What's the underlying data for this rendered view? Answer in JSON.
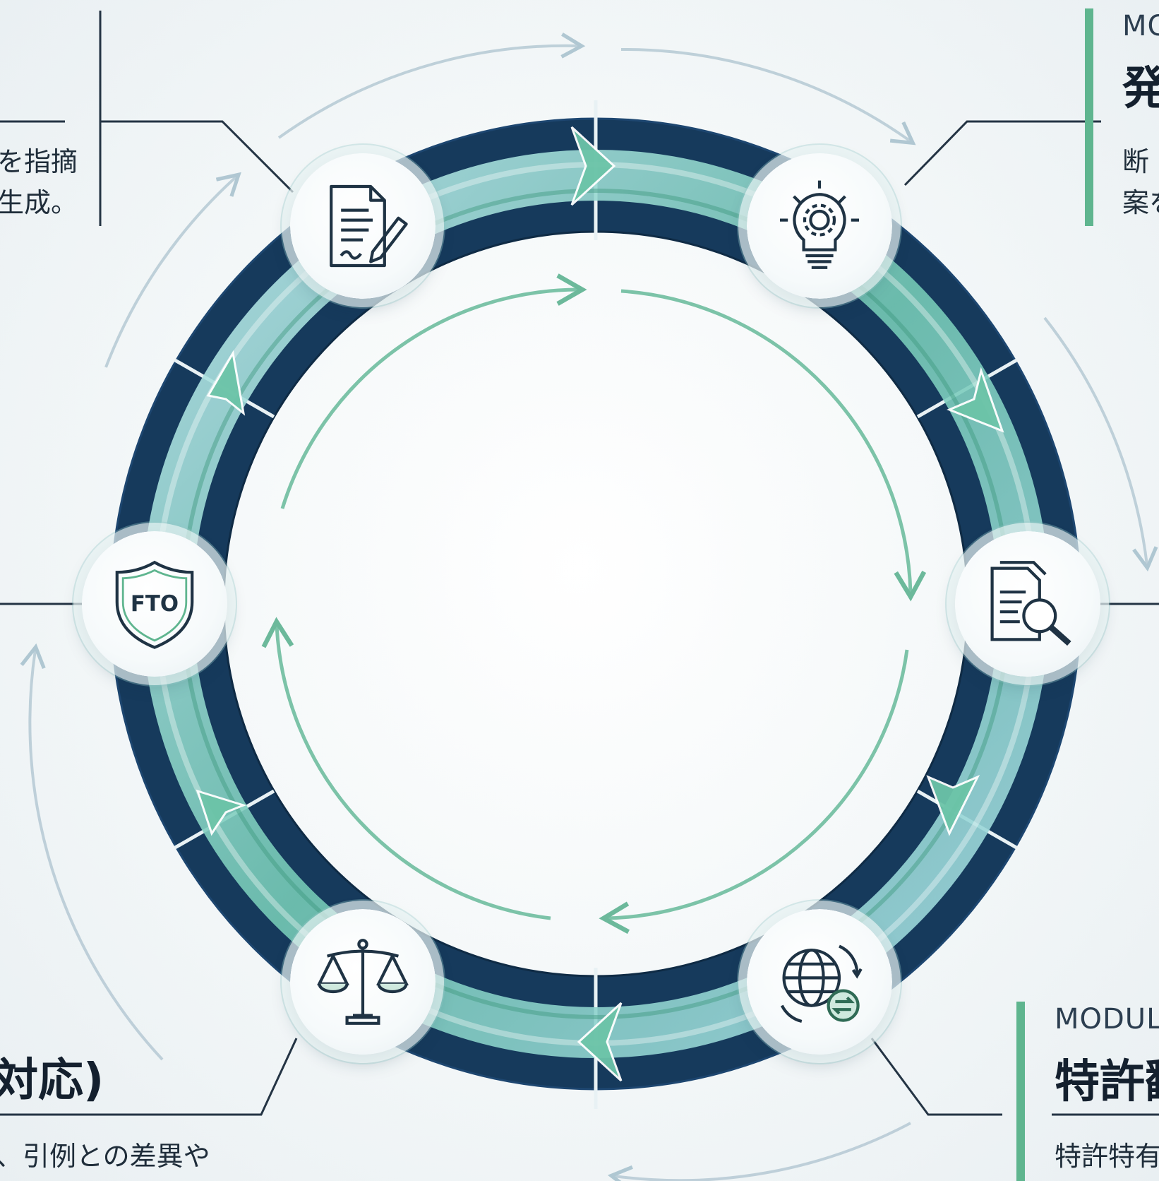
{
  "colors": {
    "navy": "#163a5c",
    "teal": "#7fd3c4",
    "green": "#5bb58f",
    "light_blue": "#a8d8e8",
    "line": "#243444"
  },
  "modules": [
    {
      "id": "drafting",
      "icon": "document-pen-icon",
      "label": "",
      "title": "",
      "desc_lines": [
        "を指摘",
        "生成。"
      ]
    },
    {
      "id": "ideation",
      "icon": "lightbulb-gear-icon",
      "label": "MO",
      "title": "発",
      "desc_lines": [
        "断",
        "案を"
      ]
    },
    {
      "id": "search",
      "icon": "document-magnifier-icon",
      "label": "",
      "title": "",
      "desc_lines": []
    },
    {
      "id": "translation",
      "icon": "globe-exchange-icon",
      "label": "MODUL",
      "title": "特許翻",
      "desc_lines": [
        "特許特有"
      ]
    },
    {
      "id": "office-action",
      "icon": "scales-icon",
      "label": "",
      "title": "対応)",
      "desc_lines": [
        "、引例との差異や"
      ]
    },
    {
      "id": "fto",
      "icon": "fto-shield-icon",
      "label": "",
      "title": "",
      "desc_lines": []
    }
  ],
  "fto_badge_text": "FTO"
}
